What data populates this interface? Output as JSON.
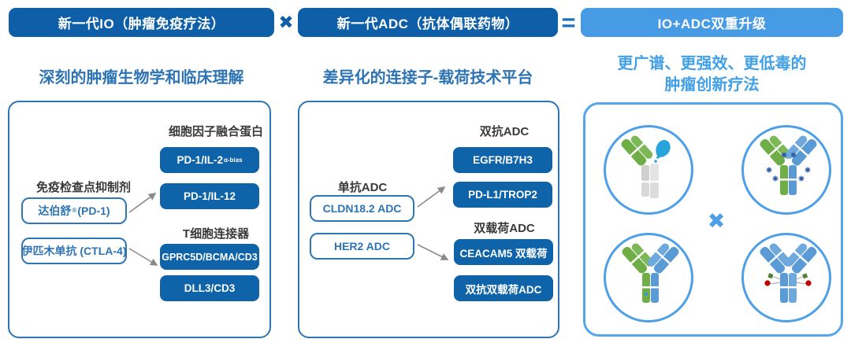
{
  "colors": {
    "dark_banner": "#0F5FA8",
    "light_banner": "#479BE5",
    "node_button": "#0F63A8",
    "panel_border": "#2E75B6",
    "result_panel_border": "#54A5EA",
    "title_blue": "#2E74B5",
    "title_light_blue": "#41A0E8",
    "arrow_gray": "#8A8A8A",
    "antibody_green": "#6FAE46",
    "antibody_blue": "#5B9BD5",
    "antibody_gray": "#D4D4D4",
    "payload_dark_blue": "#2E5B9F",
    "payload_red": "#C00000",
    "payload_green": "#538135",
    "cytokine_blue": "#29A3DC"
  },
  "header": {
    "banner_io": "新一代IO（肿瘤免疫疗法）",
    "multiply": "✖",
    "banner_adc": "新一代ADC（抗体偶联药物）",
    "equals": "=",
    "banner_result": "IO+ADC双重升级"
  },
  "io_column": {
    "title": "深刻的肿瘤生物学和临床理解",
    "label_cytokine": "细胞因子融合蛋白",
    "btn_il2": "PD-1/IL-2",
    "btn_il2_sup": "α-bias",
    "btn_il12": "PD-1/IL-12",
    "label_checkpoint": "免疫检查点抑制剂",
    "box_dabershu": "达伯舒",
    "box_dabershu_sup": "®",
    "box_dabershu_suffix": "(PD-1)",
    "label_tcell": "T细胞连接器",
    "box_ipilimumab": "伊匹木单抗 (CTLA-4)",
    "btn_gprc5d": "GPRC5D/BCMA/CD3",
    "btn_dll3": "DLL3/CD3"
  },
  "adc_column": {
    "title": "差异化的连接子-载荷技术平台",
    "label_bispecific": "双抗ADC",
    "btn_egfr": "EGFR/B7H3",
    "btn_pdl1": "PD-L1/TROP2",
    "label_mono": "单抗ADC",
    "box_cldn": "CLDN18.2 ADC",
    "label_dual_payload": "双载荷ADC",
    "box_her2": "HER2 ADC",
    "btn_ceacam5": "CEACAM5 双载荷",
    "btn_dual_adc": "双抗双载荷ADC"
  },
  "result_column": {
    "title_line1": "更广谱、更强效、更低毒的",
    "title_line2": "肿瘤创新疗法",
    "multiply": "✖"
  }
}
